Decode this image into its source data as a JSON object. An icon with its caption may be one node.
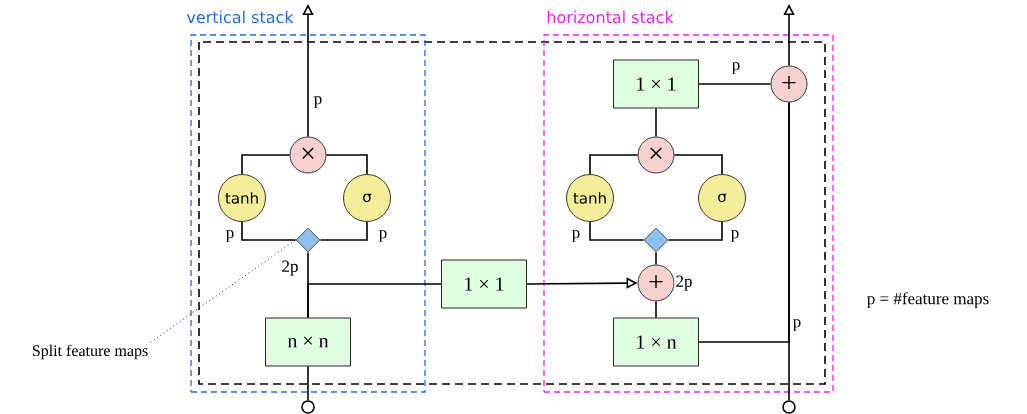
{
  "diagram": {
    "nodes": [
      {
        "text": [
          "vertical stack"
        ]
      },
      {
        "text": [
          "horizontal stack"
        ]
      },
      {
        "text": [
          "×"
        ],
        "in": 0
      },
      {
        "text": [
          "tanh"
        ],
        "in": 0
      },
      {
        "text": [
          "σ"
        ],
        "in": 0
      },
      {
        "text": [],
        "shape": "diamond",
        "in": 0
      },
      {
        "text": [
          "n × n"
        ],
        "in": 0
      },
      {
        "text": [],
        "shape": "circle"
      },
      {
        "text": [
          "1 × 1"
        ]
      },
      {
        "text": [
          "1 × 1"
        ],
        "in": 1
      },
      {
        "text": [
          "+"
        ],
        "in": 1
      },
      {
        "text": [
          "×"
        ],
        "in": 1
      },
      {
        "text": [
          "tanh"
        ],
        "in": 1
      },
      {
        "text": [
          "σ"
        ],
        "in": 1
      },
      {
        "text": [],
        "shape": "diamond",
        "in": 1
      },
      {
        "text": [
          "+"
        ],
        "in": 1
      },
      {
        "text": [
          "1 × n"
        ],
        "in": 1
      },
      {
        "text": [],
        "shape": "circle"
      },
      {
        "text": [
          "Split feature maps"
        ]
      }
    ],
    "edges": [
      {
        "from": 7,
        "to": 6,
        "arrow": "none"
      },
      {
        "from": 6,
        "to": 5,
        "arrow": "none",
        "label": "2p"
      },
      {
        "from": 6,
        "to": 8,
        "arrow": "none"
      },
      {
        "from": 5,
        "to": 3,
        "arrow": "none",
        "label": "p"
      },
      {
        "from": 5,
        "to": 4,
        "arrow": "none",
        "label": "p"
      },
      {
        "from": 3,
        "to": 2,
        "arrow": "none"
      },
      {
        "from": 4,
        "to": 2,
        "arrow": "none"
      },
      {
        "from": 2,
        "to": null,
        "arrow": "to",
        "label": "p"
      },
      {
        "from": 8,
        "to": 15,
        "arrow": "to"
      },
      {
        "from": 17,
        "to": 10,
        "arrow": "none"
      },
      {
        "from": 16,
        "to": 10,
        "arrow": "none",
        "label": "p"
      },
      {
        "from": 10,
        "to": null,
        "arrow": "to"
      },
      {
        "from": 9,
        "to": 10,
        "arrow": "none",
        "label": "p"
      },
      {
        "from": 16,
        "to": 15,
        "arrow": "none"
      },
      {
        "from": 15,
        "to": 14,
        "arrow": "none",
        "label": "2p"
      },
      {
        "from": 14,
        "to": 12,
        "arrow": "none",
        "label": "p"
      },
      {
        "from": 14,
        "to": 13,
        "arrow": "none",
        "label": "p"
      },
      {
        "from": 12,
        "to": 11,
        "arrow": "none"
      },
      {
        "from": 13,
        "to": 11,
        "arrow": "none"
      },
      {
        "from": 11,
        "to": 9,
        "arrow": "none"
      },
      {
        "from": 18,
        "to": 5,
        "arrow": "none",
        "style": "dashed"
      }
    ],
    "labels": [
      "p = #feature maps"
    ]
  }
}
